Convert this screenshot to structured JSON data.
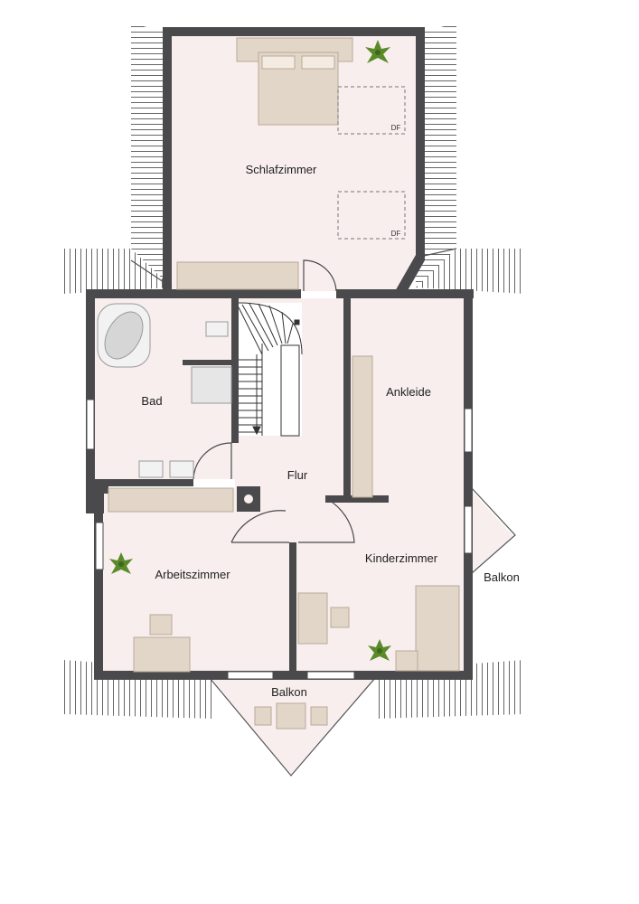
{
  "rooms": {
    "schlafzimmer": "Schlafzimmer",
    "bad": "Bad",
    "flur": "Flur",
    "ankleide": "Ankleide",
    "kinderzimmer": "Kinderzimmer",
    "arbeitszimmer": "Arbeitszimmer",
    "balkon_right": "Balkon",
    "balkon_bottom": "Balkon"
  },
  "markers": {
    "df_top": "DF",
    "df_bottom": "DF"
  },
  "colors": {
    "floor": "#f8eeee",
    "wall": "#4a4a4c",
    "furniture": "#e2d6c8",
    "roof_line": "#555555",
    "plant": "#5a8a2a"
  }
}
